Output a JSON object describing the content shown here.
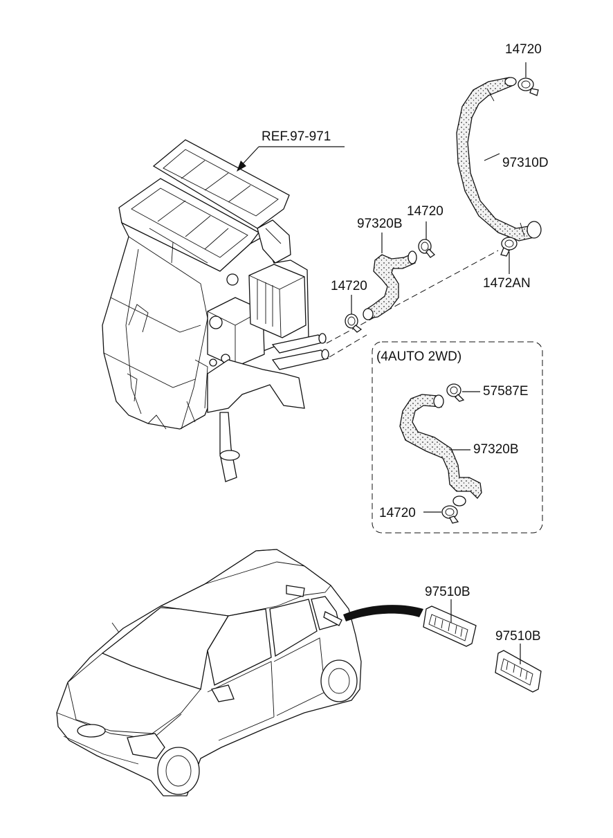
{
  "labels": {
    "ref": "REF.97-971",
    "hose_top_clamp": "14720",
    "hose_top": "97310D",
    "hose_top_lower_clamp": "1472AN",
    "hose_mid": "97320B",
    "hose_mid_top_clamp": "14720",
    "hose_mid_bottom_clamp": "14720",
    "variant_title": "(4AUTO 2WD)",
    "variant_clamp_top": "57587E",
    "variant_hose": "97320B",
    "variant_clamp_bottom": "14720",
    "grille_1": "97510B",
    "grille_2": "97510B"
  },
  "colors": {
    "line": "#111111",
    "hose_fill": "#e9e9e9",
    "background": "#ffffff"
  }
}
